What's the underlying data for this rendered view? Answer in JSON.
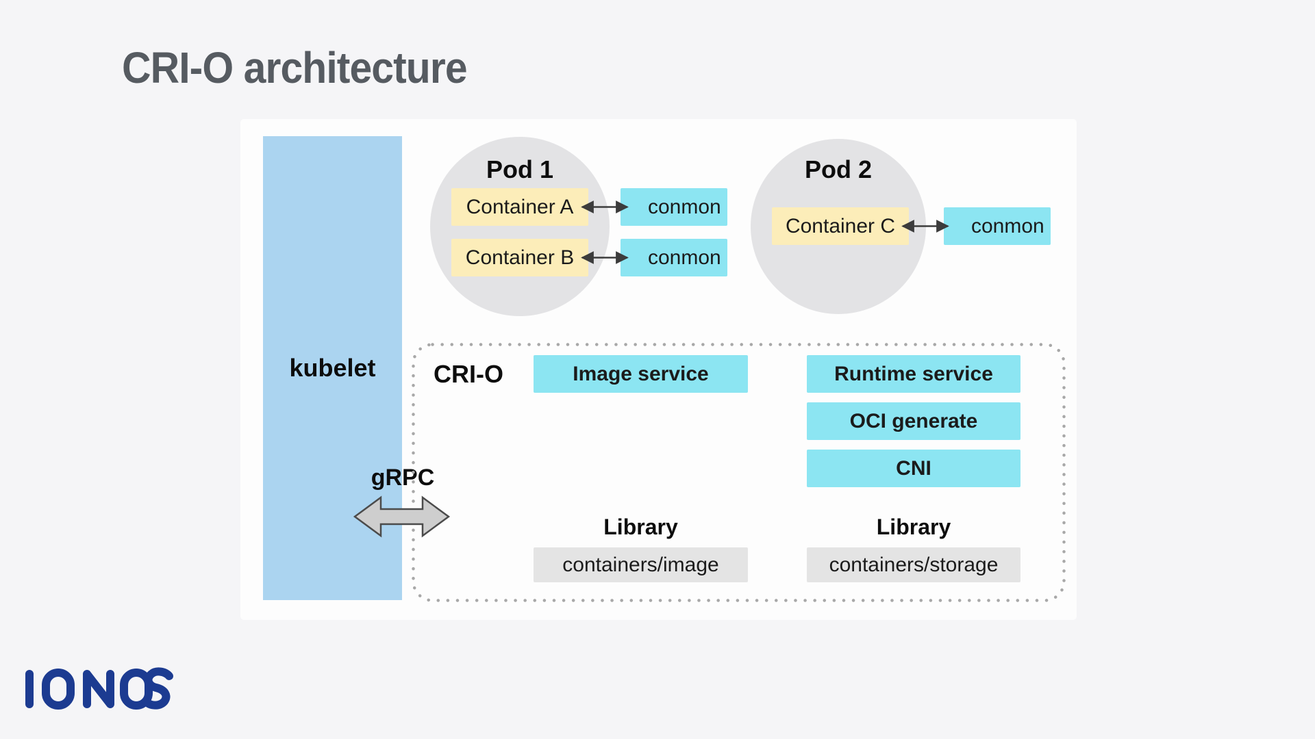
{
  "page": {
    "title": "CRI-O architecture",
    "background_color": "#f5f5f7",
    "panel_color": "#fdfdfd",
    "title_color": "#565b61"
  },
  "brand": {
    "name": "IONOS",
    "logo_color": "#1c3b91"
  },
  "diagram": {
    "kubelet": {
      "label": "kubelet",
      "color": "#abd4f0"
    },
    "grpc": {
      "label": "gRPC"
    },
    "crio": {
      "label": "CRI-O"
    },
    "conmon_label": "conmon",
    "pods": [
      {
        "name": "Pod 1",
        "containers": [
          {
            "label": "Container A"
          },
          {
            "label": "Container B"
          }
        ]
      },
      {
        "name": "Pod 2",
        "containers": [
          {
            "label": "Container C"
          }
        ]
      }
    ],
    "image_column": {
      "service": "Image service",
      "library_title": "Library",
      "library_box": "containers/image"
    },
    "runtime_column": {
      "services": [
        "Runtime service",
        "OCI generate",
        "CNI"
      ],
      "library_title": "Library",
      "library_box": "containers/storage"
    },
    "colors": {
      "container_box": "#fcedb9",
      "service_box": "#8ce5f2",
      "pod_circle": "#e3e3e5",
      "library_box": "#e4e4e4",
      "dotted_border": "#a8a8a8",
      "arrow": "#3c3c3c",
      "big_arrow_fill": "#cecece",
      "big_arrow_stroke": "#4b4b4b"
    }
  }
}
